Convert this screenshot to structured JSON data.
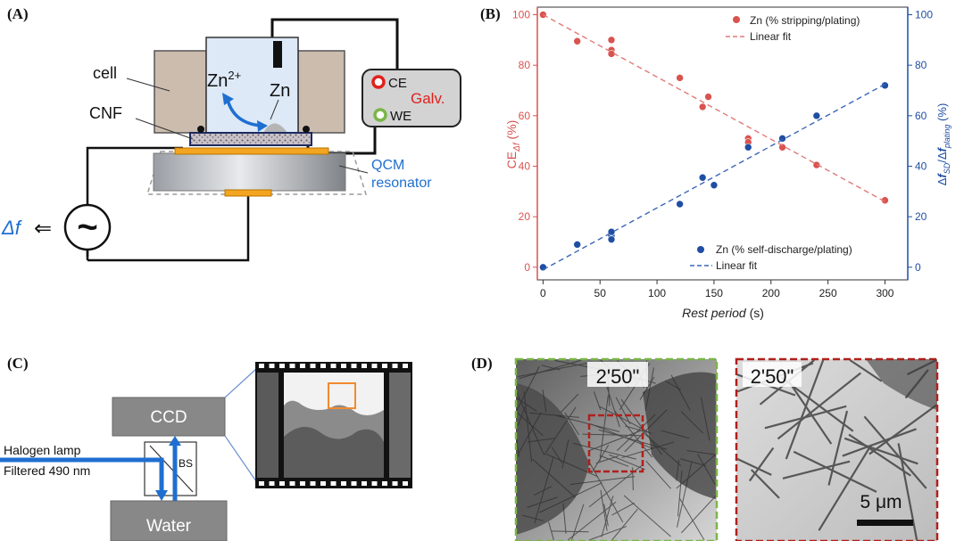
{
  "panels": {
    "A": {
      "label": "(A)",
      "cell_label": "cell",
      "cnf_label": "CNF",
      "ion_label": "Zn",
      "ion_charge": "2+",
      "zn_label": "Zn",
      "ce_label": "CE",
      "we_label": "WE",
      "galv_label": "Galv.",
      "qcm_label_1": "QCM",
      "qcm_label_2": "resonator",
      "delta_f": "Δf",
      "arrow_glyph": "⇐",
      "tilde_glyph": "~",
      "colors": {
        "accent_blue": "#1f6fd1",
        "red": "#e0211d",
        "green": "#7ab648",
        "gold": "#f3a521",
        "cell_tan": "#cbbcae",
        "electrolyte": "#dde9f6"
      }
    },
    "B": {
      "label": "(B)",
      "x_label_italic": "Rest period",
      "x_label_unit": "(s)",
      "y_left_label": "CE",
      "y_left_sub": "Δf",
      "y_left_unit": "(%)",
      "y_right_label_pre": "Δ",
      "y_right_f1": "f",
      "y_right_sub1": "SD",
      "y_right_slash": "/Δ",
      "y_right_f2": "f",
      "y_right_sub2": "plating",
      "y_right_unit": "(%)"
    },
    "C": {
      "label": "(C)",
      "ccd_label": "CCD",
      "lamp_line1": "Halogen lamp",
      "lamp_line2": "Filtered 490 nm",
      "bs_label": "BS",
      "water_label": "Water"
    },
    "D": {
      "label": "(D)",
      "time_left": "2'50\"",
      "time_right": "2'50\"",
      "scale_bar": "5 μm",
      "colors": {
        "green_frame": "#7ab648",
        "red_frame": "#b0201c"
      }
    }
  },
  "chart_data": {
    "type": "scatter",
    "xlabel": "Rest period (s)",
    "ylabel": "CE Δf (%)",
    "ylabel_right": "ΔfSD/Δfplating (%)",
    "xlim": [
      -5,
      320
    ],
    "ylim": [
      -5,
      103
    ],
    "ylim_right": [
      -5,
      103
    ],
    "x_ticks": [
      0,
      50,
      100,
      150,
      200,
      250,
      300
    ],
    "y_ticks": [
      0,
      20,
      40,
      60,
      80,
      100
    ],
    "y_ticks_right": [
      0,
      20,
      40,
      60,
      80,
      100
    ],
    "grid": false,
    "legend": "top-right / bottom-right",
    "series": [
      {
        "name": "Zn (% stripping/plating)",
        "axis": "left",
        "color": "#d9534f",
        "x": [
          0,
          30,
          60,
          60,
          60,
          120,
          140,
          145,
          180,
          180,
          210,
          240,
          300
        ],
        "y": [
          100,
          89.5,
          90,
          86,
          84.5,
          75,
          63.5,
          67.5,
          51,
          49.5,
          47.5,
          40.5,
          26.5
        ]
      },
      {
        "name": "Linear fit",
        "axis": "left",
        "color": "#e07a78",
        "style": "dashed",
        "x": [
          0,
          300
        ],
        "y": [
          100,
          26
        ]
      },
      {
        "name": "Zn (% self-discharge/plating)",
        "axis": "right",
        "color": "#1f4ea3",
        "x": [
          0,
          30,
          60,
          60,
          60,
          120,
          140,
          150,
          180,
          210,
          240,
          300
        ],
        "y": [
          0,
          9,
          12.5,
          11,
          14,
          25,
          35.5,
          32.5,
          47.5,
          51,
          60,
          72
        ]
      },
      {
        "name": "Linear fit",
        "axis": "right",
        "color": "#3a66b8",
        "style": "dashed",
        "x": [
          0,
          300
        ],
        "y": [
          -1,
          72.5
        ]
      }
    ]
  }
}
